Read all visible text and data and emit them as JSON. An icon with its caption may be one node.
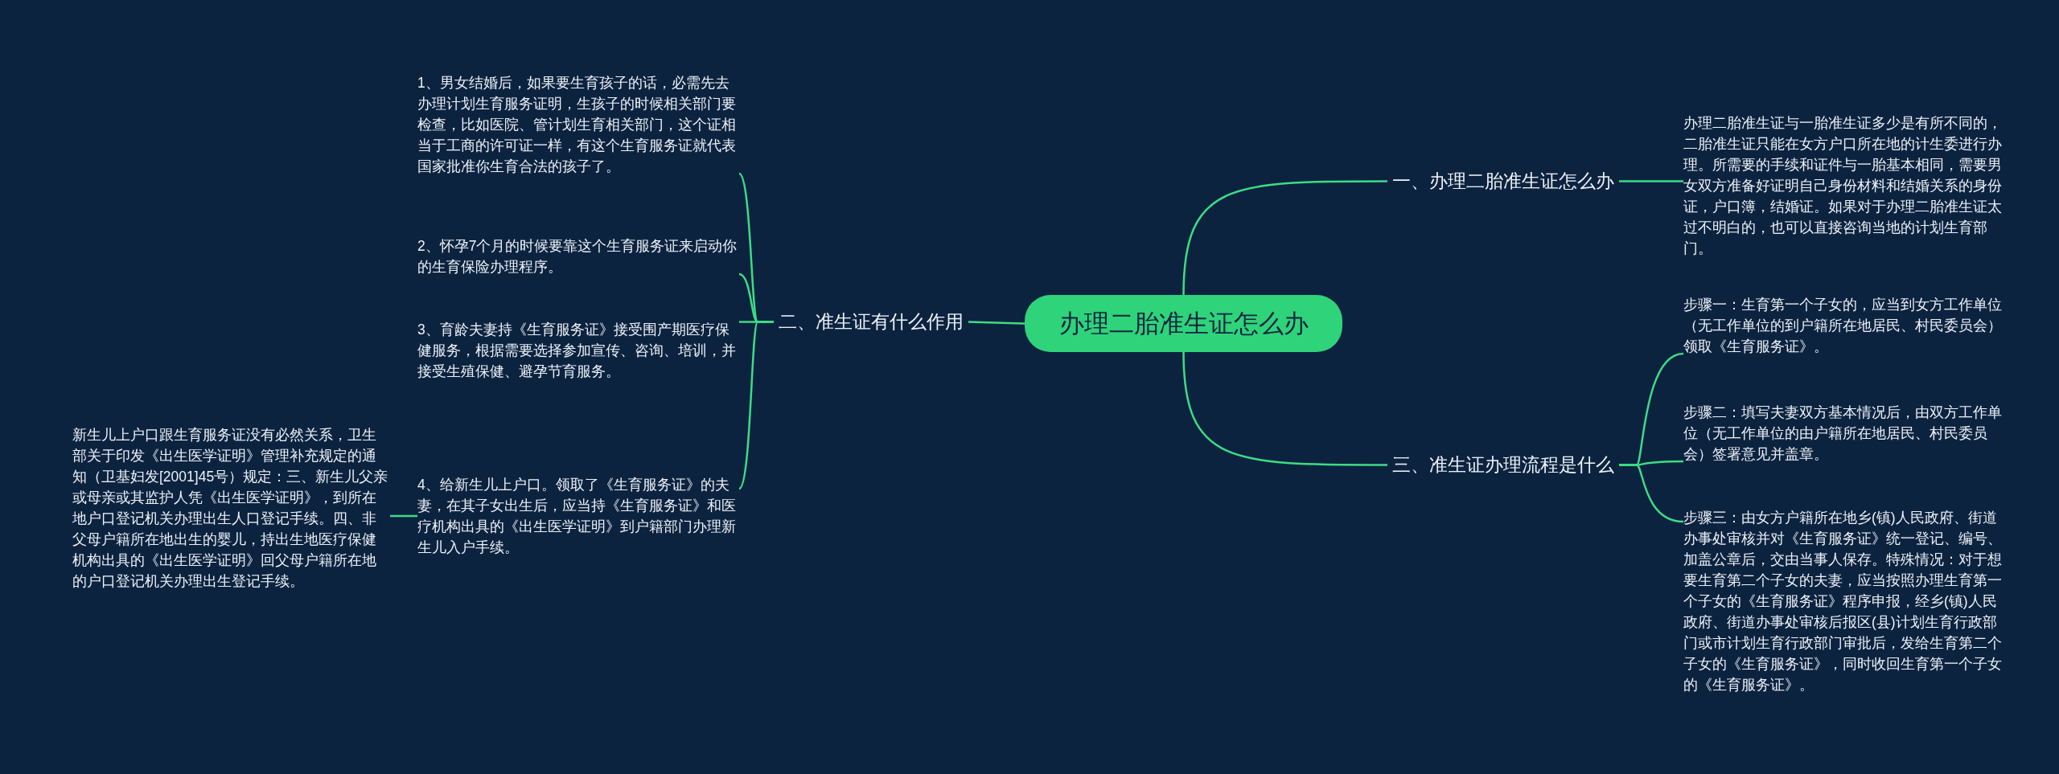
{
  "diagram": {
    "nodes": [
      {
        "text": [
          "办理二胎准生证怎么办"
        ]
      },
      {
        "text": [
          "一、办理二胎准生证怎么办"
        ]
      },
      {
        "text": [
          "二、准生证有什么作用"
        ]
      },
      {
        "text": [
          "三、准生证办理流程是什么"
        ]
      },
      {
        "text": [
          "办理二胎准生证与一胎准生证多少是有所不同的，二胎准生证只能在女方户口所在地的计生委进行办理。所需要的手续和证件与一胎基本相同，需要男女双方准备好证明自己身份材料和结婚关系的身份证，户口簿，结婚证。如果对于办理二胎准生证太过不明白的，也可以直接咨询当地的计划生育部门。"
        ]
      },
      {
        "text": [
          "1、男女结婚后，如果要生育孩子的话，必需先去办理计划生育服务证明，生孩子的时候相关部门要检查，比如医院、管计划生育相关部门，这个证相当于工商的许可证一样，有这个生育服务证就代表国家批准你生育合法的孩子了。"
        ]
      },
      {
        "text": [
          "2、怀孕7个月的时候要靠这个生育服务证来启动你的生育保险办理程序。"
        ]
      },
      {
        "text": [
          "3、育龄夫妻持《生育服务证》接受围产期医疗保健服务，根据需要选择参加宣传、咨询、培训，并接受生殖保健、避孕节育服务。"
        ]
      },
      {
        "text": [
          "4、给新生儿上户口。领取了《生育服务证》的夫妻，在其子女出生后，应当持《生育服务证》和医疗机构出具的《出生医学证明》到户籍部门办理新生儿入户手续。"
        ]
      },
      {
        "text": [
          "新生儿上户口跟生育服务证没有必然关系，卫生部关于印发《出生医学证明》管理补充规定的通知（卫基妇发[2001]45号）规定：三、新生儿父亲或母亲或其监护人凭《出生医学证明》，到所在地户口登记机关办理出生人口登记手续。四、非父母户籍所在地出生的婴儿，持出生地医疗保健机构出具的《出生医学证明》回父母户籍所在地的户口登记机关办理出生登记手续。"
        ]
      },
      {
        "text": [
          "步骤一：生育第一个子女的，应当到女方工作单位（无工作单位的到户籍所在地居民、村民委员会）领取《生育服务证》。"
        ]
      },
      {
        "text": [
          "步骤二：填写夫妻双方基本情况后，由双方工作单位（无工作单位的由户籍所在地居民、村民委员会）签署意见并盖章。"
        ]
      },
      {
        "text": [
          "步骤三：由女方户籍所在地乡(镇)人民政府、街道办事处审核并对《生育服务证》统一登记、编号、加盖公章后，交由当事人保存。特殊情况：对于想要生育第二个子女的夫妻，应当按照办理生育第一个子女的《生育服务证》程序申报，经乡(镇)人民政府、街道办事处审核后报区(县)计划生育行政部门或市计划生育行政部门审批后，发给生育第二个子女的《生育服务证》，同时收回生育第一个子女的《生育服务证》。"
        ]
      }
    ],
    "edges": [
      {
        "from": 0,
        "to": 1,
        "arrow": "none"
      },
      {
        "from": 0,
        "to": 2,
        "arrow": "none"
      },
      {
        "from": 0,
        "to": 3,
        "arrow": "none"
      },
      {
        "from": 1,
        "to": 4,
        "arrow": "none"
      },
      {
        "from": 2,
        "to": 5,
        "arrow": "none"
      },
      {
        "from": 2,
        "to": 6,
        "arrow": "none"
      },
      {
        "from": 2,
        "to": 7,
        "arrow": "none"
      },
      {
        "from": 2,
        "to": 8,
        "arrow": "none"
      },
      {
        "from": 8,
        "to": 9,
        "arrow": "none"
      },
      {
        "from": 3,
        "to": 10,
        "arrow": "none"
      },
      {
        "from": 3,
        "to": 11,
        "arrow": "none"
      },
      {
        "from": 3,
        "to": 12,
        "arrow": "none"
      }
    ]
  }
}
